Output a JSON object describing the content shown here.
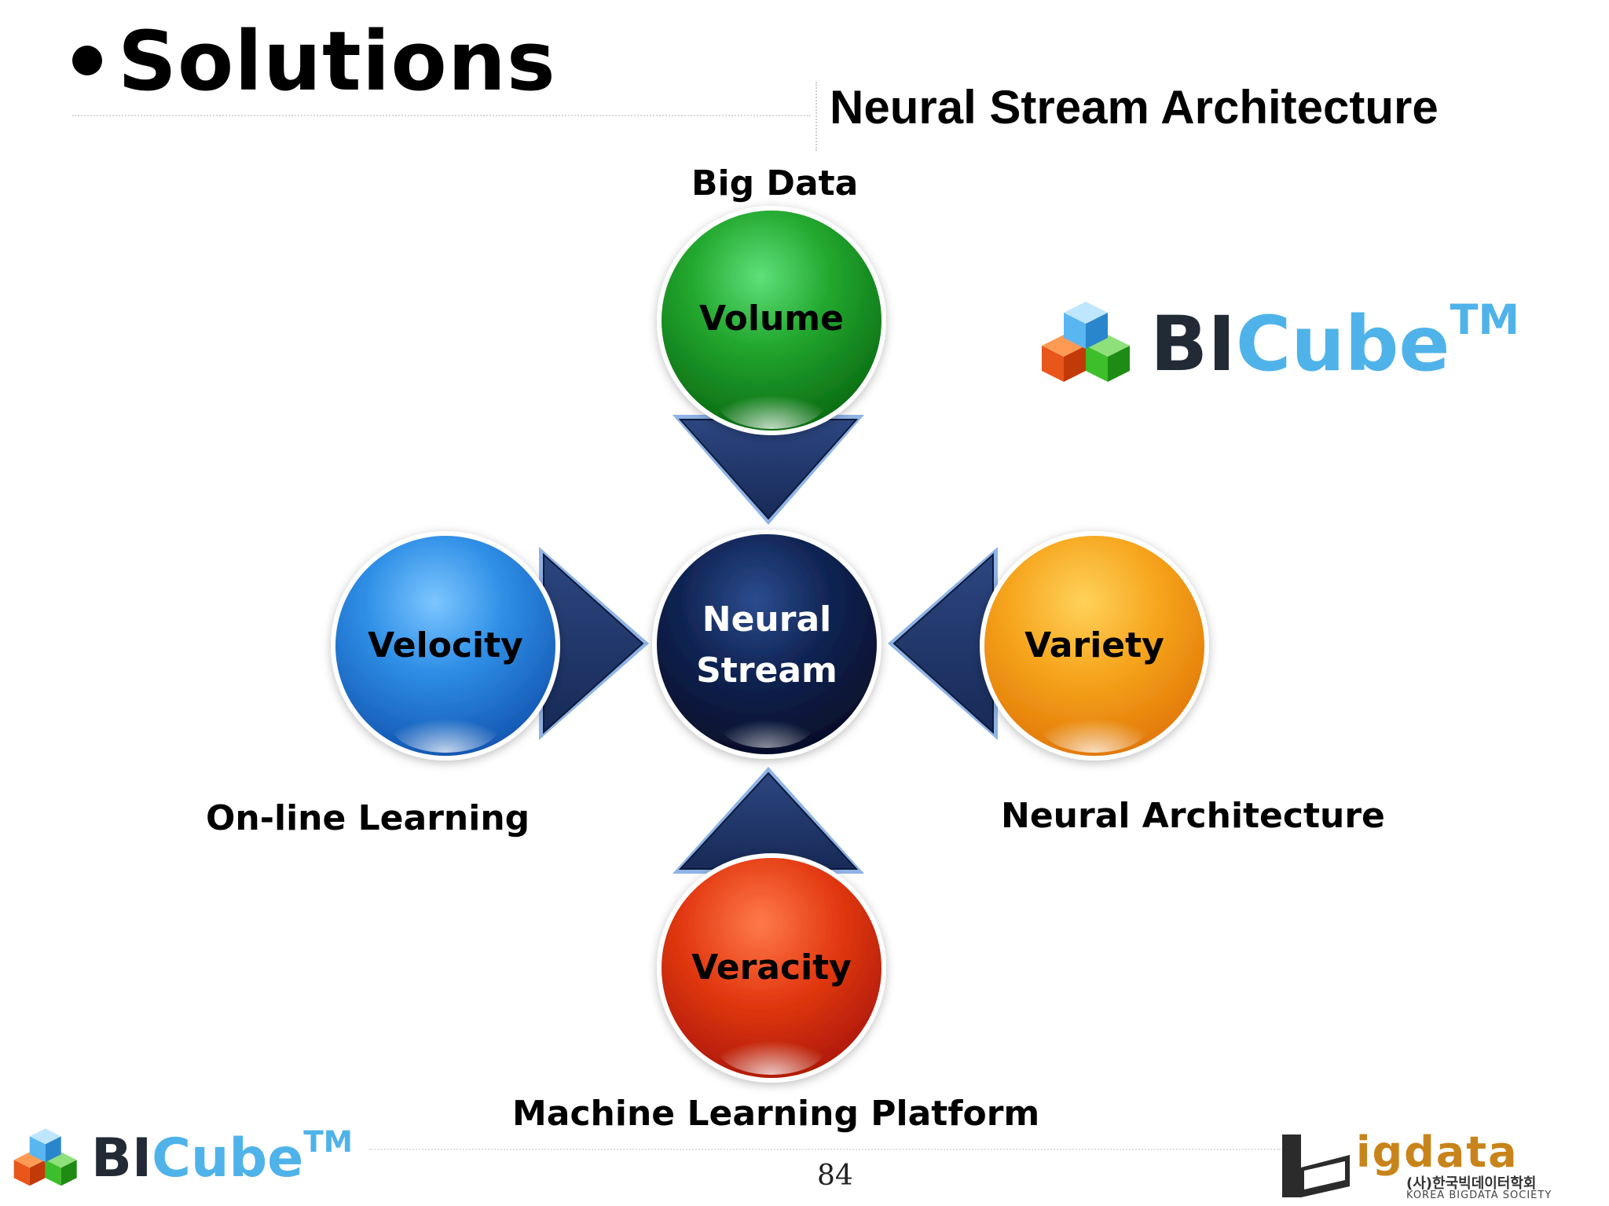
{
  "slide": {
    "title": "Solutions",
    "subtitle": "Neural Stream Architecture",
    "page_number": "84"
  },
  "diagram": {
    "center": {
      "label_line1": "Neural",
      "label_line2": "Stream",
      "color": "#0d1f47"
    },
    "nodes": [
      {
        "id": "volume",
        "label": "Volume",
        "caption": "Big Data",
        "color": "#1f9a2a"
      },
      {
        "id": "velocity",
        "label": "Velocity",
        "caption": "On-line Learning",
        "color": "#2f8fe6"
      },
      {
        "id": "variety",
        "label": "Variety",
        "caption": "Neural Architecture",
        "color": "#f4a21a"
      },
      {
        "id": "veracity",
        "label": "Veracity",
        "caption": "Machine Learning Platform",
        "color": "#e33a12"
      }
    ],
    "arrow_color": "#1f3563"
  },
  "logos": {
    "bicube": {
      "bi": "BI",
      "cube": "Cube",
      "tm": "TM"
    },
    "bigdata": {
      "word": "igdata",
      "korean": "(사)한국빅데이터학회",
      "english": "KOREA BIGDATA SOCIETY"
    }
  }
}
